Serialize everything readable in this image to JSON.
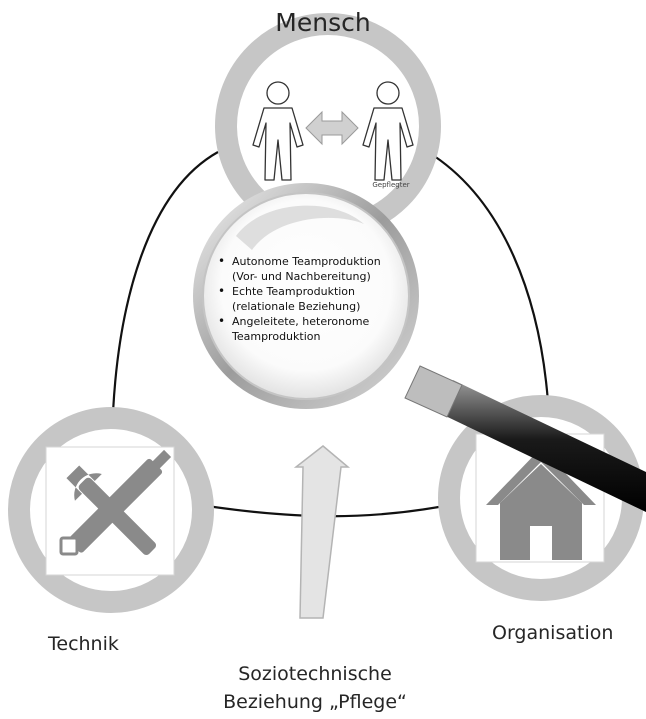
{
  "diagram": {
    "mensch": {
      "title": "Mensch",
      "sublabel": "Gepflegter"
    },
    "technik": {
      "label": "Technik"
    },
    "organisation": {
      "label": "Organisation"
    },
    "magnifier": {
      "bullets": [
        "Autonome Teamproduktion (Vor- und Nachbereitung)",
        "Echte Teamproduktion (relationale Beziehung)",
        "Angeleitete, heteronome Teamproduktion"
      ]
    },
    "caption": {
      "line1": "Soziotechnische",
      "line2": "Beziehung „Pflege“"
    }
  },
  "icons": [
    "person-icon",
    "double-arrow-icon",
    "wrench-screwdriver-icon",
    "house-icon",
    "magnifying-glass-icon",
    "up-arrow-icon"
  ],
  "colors": {
    "ring": "#c8c8c8",
    "icon_fill": "#8a8a8a",
    "outline": "#111111",
    "arrow_fill": "#e4e4e4"
  }
}
